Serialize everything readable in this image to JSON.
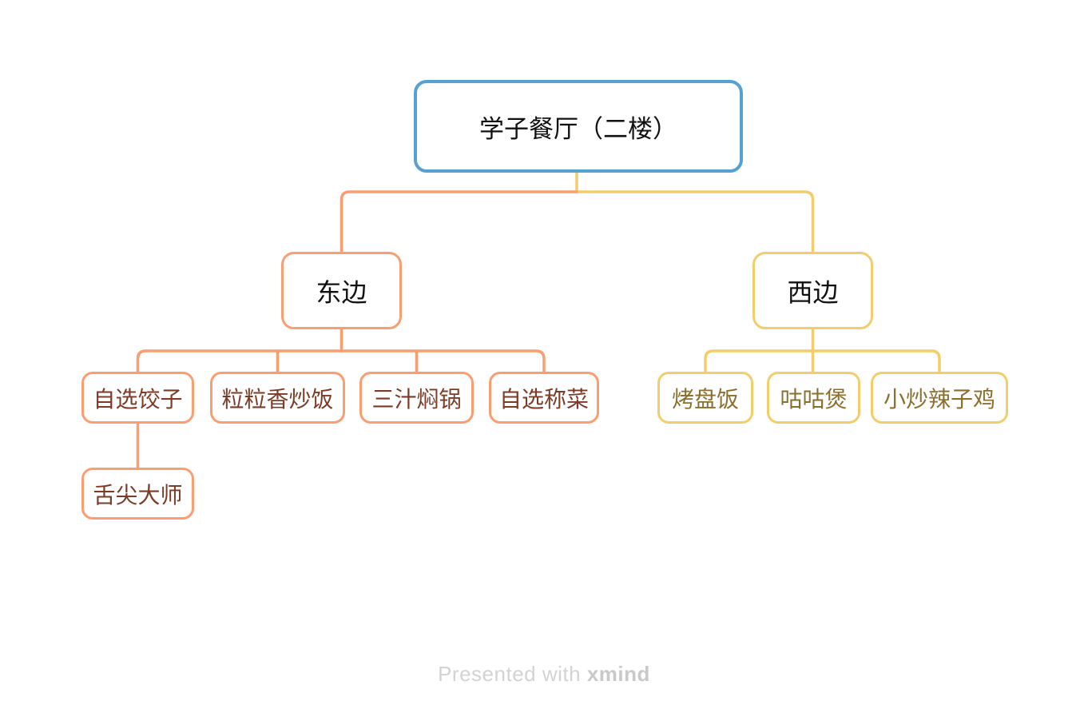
{
  "mindmap": {
    "root": {
      "label": "学子餐厅（二楼）",
      "border_color": "#55A2D2"
    },
    "branches": [
      {
        "label": "东边",
        "color": "#FA9E71",
        "subtopic_text_color": "#7B3B26",
        "children": [
          {
            "label": "自选饺子",
            "children": [
              {
                "label": "舌尖大师"
              }
            ]
          },
          {
            "label": "粒粒香炒饭"
          },
          {
            "label": "三汁焖锅"
          },
          {
            "label": "自选称菜"
          }
        ]
      },
      {
        "label": "西边",
        "color": "#F3CD6C",
        "subtopic_text_color": "#8A6F2E",
        "children": [
          {
            "label": "烤盘饭"
          },
          {
            "label": "咕咕煲"
          },
          {
            "label": "小炒辣子鸡"
          }
        ]
      }
    ]
  },
  "watermark": {
    "prefix": "Presented with",
    "brand": "xmind",
    "color": "#D3D3D3"
  }
}
